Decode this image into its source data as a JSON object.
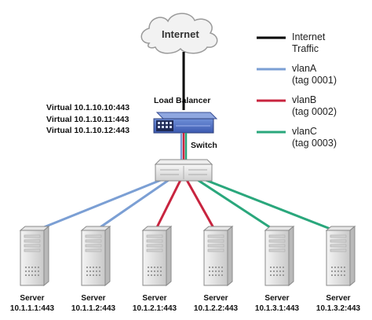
{
  "cloud": {
    "label": "Internet"
  },
  "load_balancer": {
    "label": "Load Balancer",
    "virtual_addresses": [
      "Virtual 10.1.10.10:443",
      "Virtual 10.1.10.11:443",
      "Virtual 10.1.10.12:443"
    ]
  },
  "switch": {
    "label": "Switch"
  },
  "legend": [
    {
      "line1": "Internet",
      "line2": "Traffic",
      "color": "#000000"
    },
    {
      "line1": "vlanA",
      "line2": "(tag 0001)",
      "color": "#7b9fd4"
    },
    {
      "line1": "vlanB",
      "line2": "(tag 0002)",
      "color": "#c8243f"
    },
    {
      "line1": "vlanC",
      "line2": "(tag 0003)",
      "color": "#2aa77c"
    }
  ],
  "servers": [
    {
      "title": "Server",
      "address": "10.1.1.1:443",
      "vlan": "vlanA"
    },
    {
      "title": "Server",
      "address": "10.1.1.2:443",
      "vlan": "vlanA"
    },
    {
      "title": "Server",
      "address": "10.1.2.1:443",
      "vlan": "vlanB"
    },
    {
      "title": "Server",
      "address": "10.1.2.2:443",
      "vlan": "vlanB"
    },
    {
      "title": "Server",
      "address": "10.1.3.1:443",
      "vlan": "vlanC"
    },
    {
      "title": "Server",
      "address": "10.1.3.2:443",
      "vlan": "vlanC"
    }
  ],
  "colors": {
    "vlanA": "#7b9fd4",
    "vlanB": "#c8243f",
    "vlanC": "#2aa77c",
    "internet": "#000000"
  }
}
